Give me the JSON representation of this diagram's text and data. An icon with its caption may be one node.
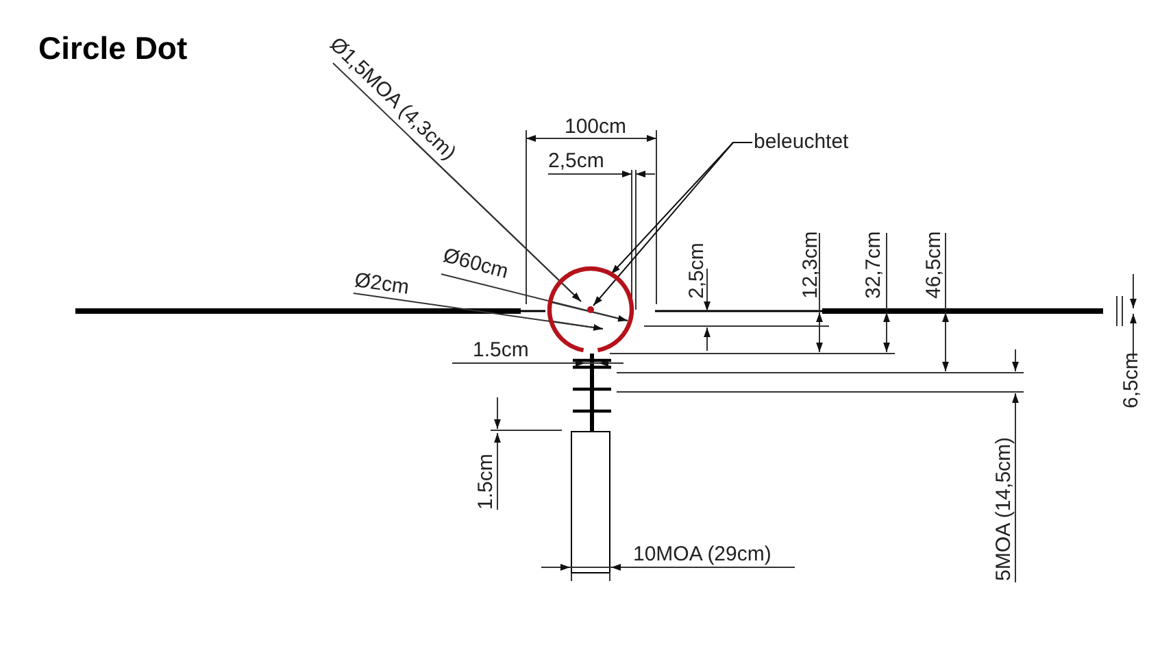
{
  "diagram": {
    "title": "Circle Dot",
    "nodes": [
      {
        "text": [
          "beleuchtet"
        ]
      },
      {
        "text": [],
        "shape": "circle",
        "in": 2
      },
      {
        "text": [],
        "shape": "circle"
      }
    ],
    "edges": [
      {
        "from": 0,
        "to": 2,
        "arrow": "to"
      },
      {
        "from": 0,
        "to": 1,
        "arrow": "to"
      }
    ],
    "labels": [
      "Ø1,5MOA (4,3cm)",
      "100cm",
      "2,5cm",
      "Ø60cm",
      "Ø2cm",
      "2,5cm",
      "12,3cm",
      "32,7cm",
      "46,5cm",
      "6,5cm",
      "1.5cm",
      "1.5cm",
      "5MOA (14,5cm)",
      "10MOA (29cm)"
    ]
  }
}
